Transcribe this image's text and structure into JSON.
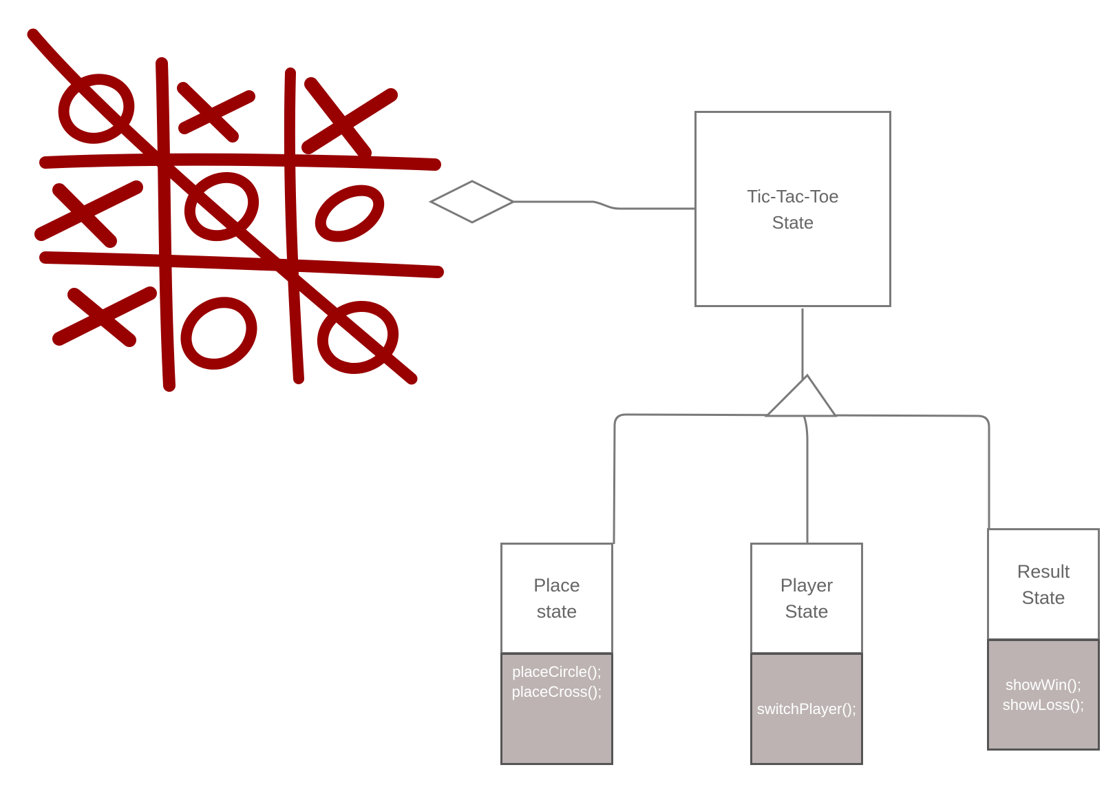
{
  "diagram": {
    "main_state": {
      "line1": "Tic-Tac-Toe",
      "line2": "State"
    },
    "states": [
      {
        "line1": "Place",
        "line2": "state",
        "methods": [
          "placeCircle();",
          "placeCross();"
        ]
      },
      {
        "line1": "Player",
        "line2": "State",
        "methods": [
          "switchPlayer();"
        ]
      },
      {
        "line1": "Result",
        "line2": "State",
        "methods": [
          "showWin();",
          "showLoss();"
        ]
      }
    ]
  },
  "colors": {
    "logo": "#990000",
    "line": "#7a7a7a",
    "method_fill": "#bcb3b2",
    "label_text": "#666666",
    "method_text": "#ffffff"
  },
  "icons": {
    "logo": "tic-tac-toe-logo"
  }
}
